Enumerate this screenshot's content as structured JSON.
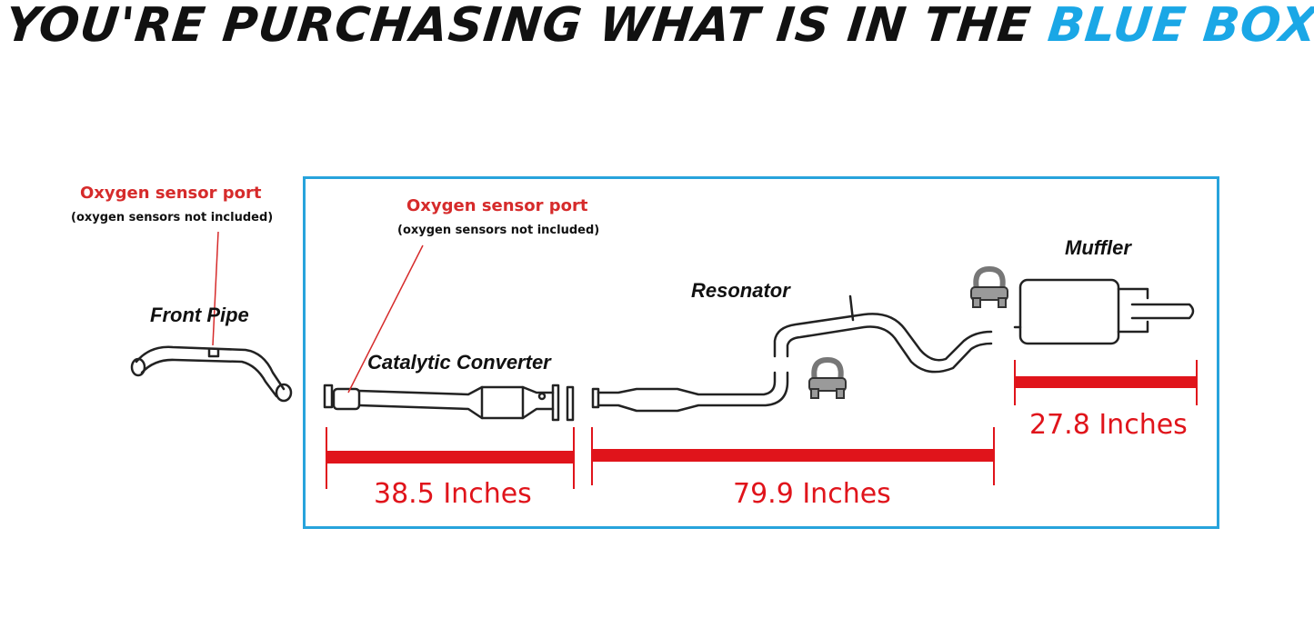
{
  "header": {
    "text_main": "YOU'RE PURCHASING WHAT IS IN THE ",
    "text_highlight": "BLUE BOX"
  },
  "colors": {
    "box_border": "#27a3dc",
    "highlight": "#1aa7e6",
    "measure_red": "#e0141b",
    "sensor_red": "#d62b2b"
  },
  "labels": {
    "front_pipe": "Front Pipe",
    "catalytic_converter": "Catalytic Converter",
    "resonator": "Resonator",
    "muffler": "Muffler"
  },
  "sensor_callouts": [
    {
      "title": "Oxygen sensor port",
      "note": "(oxygen sensors not included)"
    },
    {
      "title": "Oxygen sensor port",
      "note": "(oxygen sensors not included)"
    }
  ],
  "measurements": [
    {
      "value": "38.5 Inches"
    },
    {
      "value": "79.9 Inches"
    },
    {
      "value": "27.8 Inches"
    }
  ]
}
